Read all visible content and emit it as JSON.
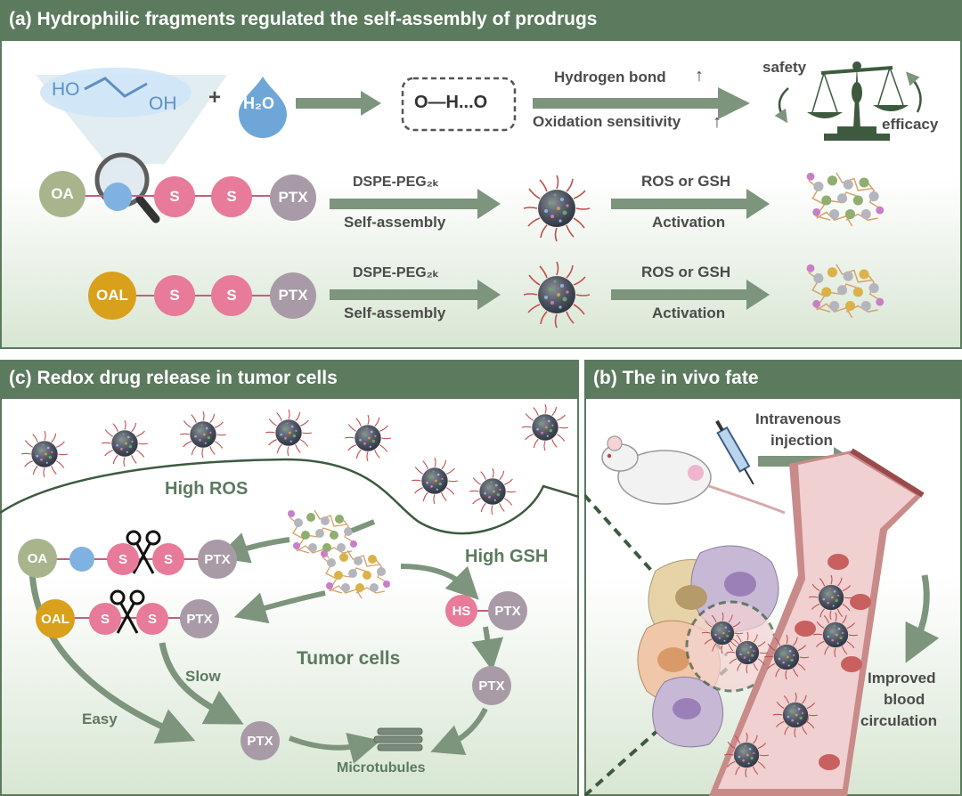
{
  "panels": {
    "a_title": "(a) Hydrophilic fragments  regulated the self-assembly of prodrugs",
    "b_title": "(b) The in vivo fate",
    "c_title": "(c) Redox drug release in tumor cells"
  },
  "panel_a": {
    "ho": "HO",
    "oh": "OH",
    "plus": "+",
    "water": "H₂O",
    "hbond_box": "O—H...O",
    "hydrogen_bond": "Hydrogen bond",
    "oxidation": "Oxidation sensitivity",
    "up_arrow": "↑",
    "safety": "safety",
    "efficacy": "efficacy",
    "oa": "OA",
    "oal": "OAL",
    "s": "S",
    "ptx": "PTX",
    "dspe": "DSPE-PEG₂ₖ",
    "self_assembly": "Self-assembly",
    "ros_gsh": "ROS or GSH",
    "activation": "Activation"
  },
  "panel_b": {
    "iv_line1": "Intravenous",
    "iv_line2": "injection",
    "improved_1": "Improved",
    "improved_2": "blood",
    "improved_3": "circulation"
  },
  "panel_c": {
    "high_ros": "High ROS",
    "high_gsh": "High GSH",
    "oa": "OA",
    "oal": "OAL",
    "s": "S",
    "ptx": "PTX",
    "hs": "HS",
    "tumor_cells": "Tumor cells",
    "slow": "Slow",
    "easy": "Easy",
    "microtubules": "Microtubules"
  },
  "colors": {
    "header_green": "#5b7a5e",
    "oa_green": "#a8b58c",
    "oal_gold": "#d9a01c",
    "s_pink": "#e87a9a",
    "ptx_mauve": "#a89aa6",
    "linker_blue": "#7fb2e0",
    "arrow_green": "#7c957c",
    "vessel": "#b55a5a"
  }
}
